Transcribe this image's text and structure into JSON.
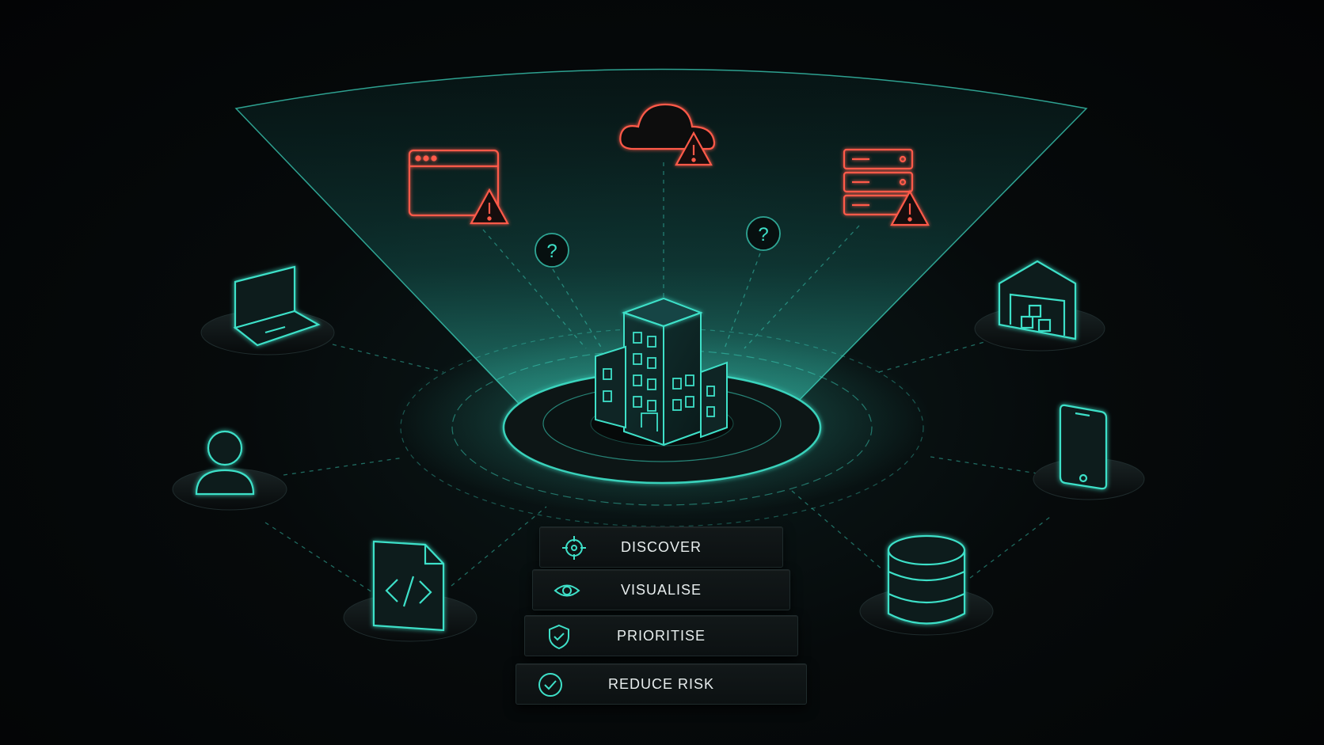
{
  "colors": {
    "accent": "#3ee0c8",
    "alert": "#ff5a4a",
    "background": "#050708",
    "panel": "#101617",
    "text": "#e8eeee"
  },
  "center": {
    "name": "organisation building",
    "icon": "office-building-icon"
  },
  "threats": [
    {
      "name": "web-app-alert",
      "icon": "browser-window-warning-icon"
    },
    {
      "name": "cloud-alert",
      "icon": "cloud-warning-icon"
    },
    {
      "name": "server-alert",
      "icon": "server-rack-warning-icon"
    }
  ],
  "unknowns": [
    {
      "text": "?",
      "icon": "question-circle-icon"
    },
    {
      "text": "?",
      "icon": "question-circle-icon"
    }
  ],
  "assets": [
    {
      "name": "laptop",
      "icon": "laptop-icon"
    },
    {
      "name": "user",
      "icon": "user-icon"
    },
    {
      "name": "code-file",
      "icon": "code-file-icon"
    },
    {
      "name": "warehouse",
      "icon": "warehouse-icon"
    },
    {
      "name": "mobile-phone",
      "icon": "mobile-phone-icon"
    },
    {
      "name": "database",
      "icon": "database-icon"
    }
  ],
  "steps": [
    {
      "label": "DISCOVER",
      "icon": "crosshair-icon"
    },
    {
      "label": "VISUALISE",
      "icon": "eye-icon"
    },
    {
      "label": "PRIORITISE",
      "icon": "shield-check-icon"
    },
    {
      "label": "REDUCE RISK",
      "icon": "check-circle-icon"
    }
  ]
}
